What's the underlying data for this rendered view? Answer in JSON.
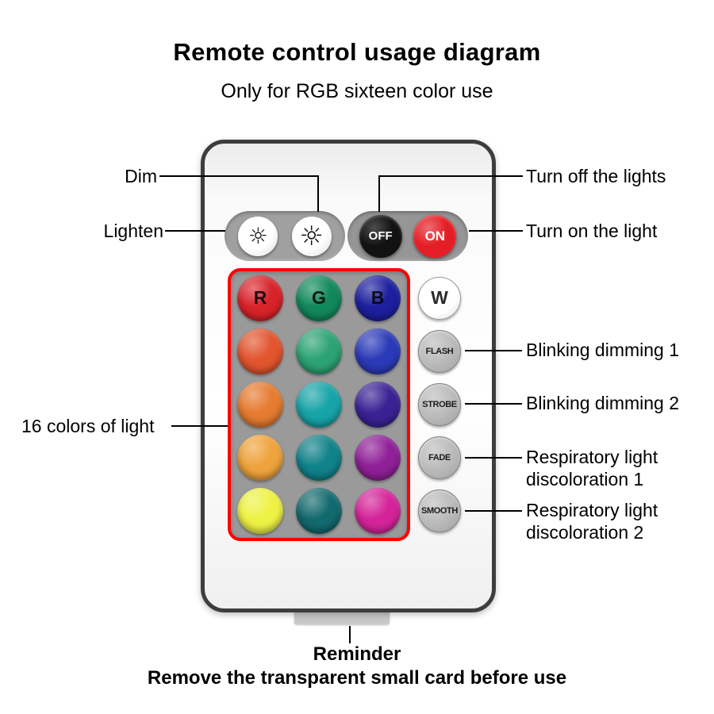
{
  "title": "Remote control usage diagram",
  "subtitle": "Only for RGB sixteen color use",
  "colors": {
    "outline_red": "#ff0000",
    "on_button": "#e41e26",
    "off_button": "#121212",
    "panel_gray": "#9a9a9a"
  },
  "remote": {
    "lighten_icon": "☼",
    "dim_icon": "☼",
    "off_label": "OFF",
    "on_label": "ON",
    "color_buttons": [
      {
        "label": "R",
        "color": "#d8232a"
      },
      {
        "label": "G",
        "color": "#12895c"
      },
      {
        "label": "B",
        "color": "#1d1f9f"
      },
      {
        "color": "#e2552e"
      },
      {
        "color": "#2ca374"
      },
      {
        "color": "#2b3ab8"
      },
      {
        "color": "#e67b31"
      },
      {
        "color": "#17a4a8"
      },
      {
        "color": "#3a2294"
      },
      {
        "color": "#efa33c"
      },
      {
        "color": "#108289"
      },
      {
        "color": "#8f2097"
      },
      {
        "color": "#eef244"
      },
      {
        "color": "#12696e"
      },
      {
        "color": "#d52399"
      }
    ],
    "side_buttons": [
      {
        "name": "white-button",
        "label": "W",
        "kind": "white"
      },
      {
        "name": "flash-button",
        "label": "FLASH",
        "kind": "fn"
      },
      {
        "name": "strobe-button",
        "label": "STROBE",
        "kind": "fn"
      },
      {
        "name": "fade-button",
        "label": "FADE",
        "kind": "fn"
      },
      {
        "name": "smooth-button",
        "label": "SMOOTH",
        "kind": "fn"
      }
    ]
  },
  "callouts": {
    "dim": "Dim",
    "lighten": "Lighten",
    "turn_off": "Turn off the lights",
    "turn_on": "Turn on the light",
    "sixteen_colors": "16 colors of light",
    "blinking1": "Blinking dimming 1",
    "blinking2": "Blinking dimming 2",
    "respiratory1": "Respiratory light discoloration 1",
    "respiratory2": "Respiratory light discoloration 2"
  },
  "footer": {
    "reminder_title": "Reminder",
    "reminder_text": "Remove the transparent small card before use"
  }
}
